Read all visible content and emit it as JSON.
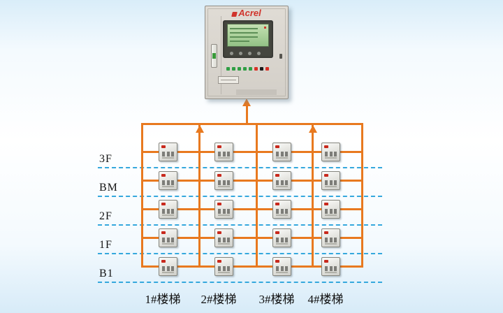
{
  "cabinet": {
    "brand": "Acrel",
    "indicator_colors": [
      "#2f9e44",
      "#2f9e44",
      "#2f9e44",
      "#2f9e44",
      "#2f9e44",
      "#d93025",
      "#1b1b1b",
      "#d93025"
    ]
  },
  "floors": [
    "3F",
    "BM",
    "2F",
    "1F",
    "B1"
  ],
  "stairs": [
    "1#楼梯",
    "2#楼梯",
    "3#楼梯",
    "4#楼梯"
  ],
  "grid": {
    "rows": 5,
    "cols": 4,
    "device_count": 20
  },
  "colors": {
    "bus_line": "#e8791f",
    "floor_dashed_line": "#35a8dd",
    "device_led": "#c8291d",
    "brand_red": "#d0342c",
    "screen_green": "#a8cf96",
    "background_blue": "#d9edf9"
  }
}
